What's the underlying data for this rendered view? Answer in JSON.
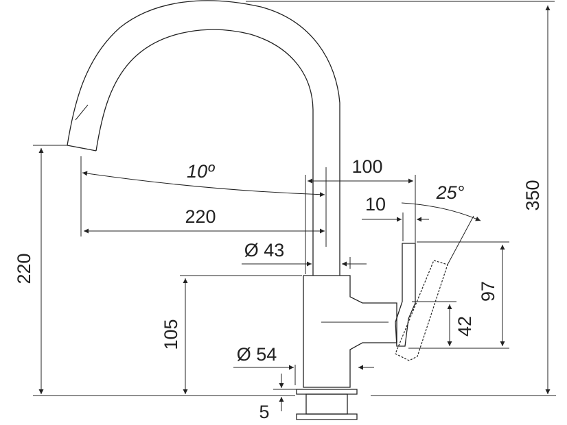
{
  "dimensions": {
    "overall_height": "350",
    "spout_outlet_height": "220",
    "spout_reach": "220",
    "spout_tilt_angle": "10º",
    "lever_offset": "100",
    "lever_gap": "10",
    "lever_swing_angle": "25°",
    "spout_diameter": "Ø 43",
    "body_height": "105",
    "lever_height": "97",
    "lever_grip_height": "42",
    "base_diameter": "Ø 54",
    "base_thickness": "5"
  }
}
